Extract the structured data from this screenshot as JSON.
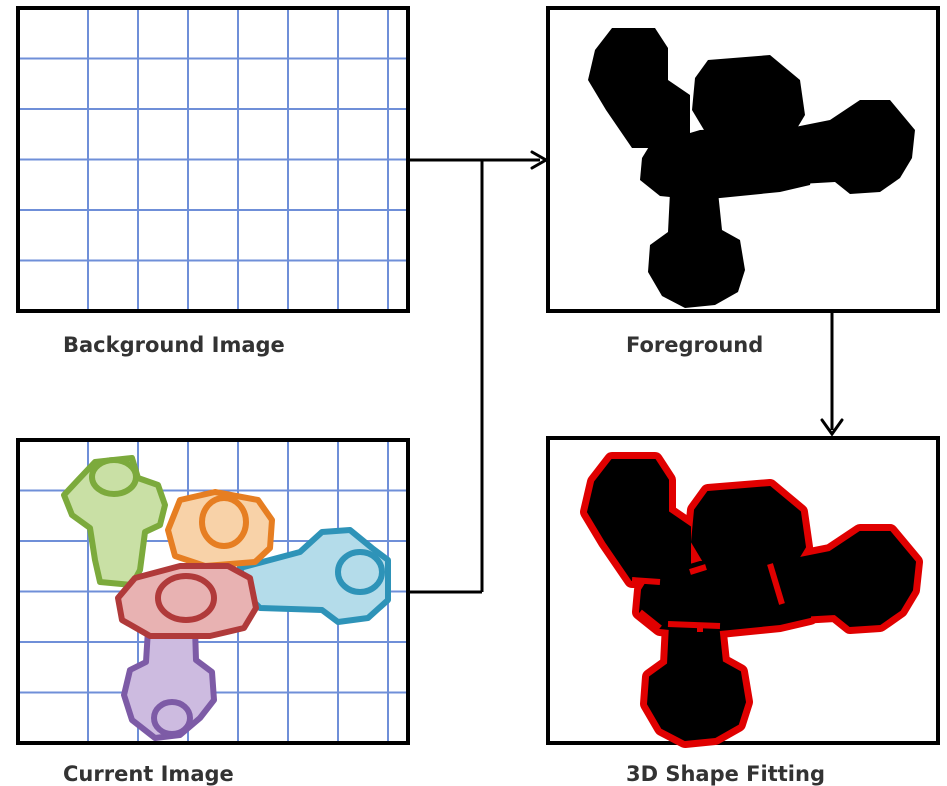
{
  "diagram": {
    "panels": [
      {
        "id": "background",
        "label": "Background Image"
      },
      {
        "id": "foreground",
        "label": "Foreground"
      },
      {
        "id": "current",
        "label": "Current Image"
      },
      {
        "id": "fitting",
        "label": "3D Shape Fitting"
      }
    ],
    "colors": {
      "grid": "#6f8fd8",
      "frame": "#000000",
      "fit_outline": "#e00000",
      "green_obj_stroke": "#7caa3c",
      "green_obj_fill": "#c9e0a5",
      "orange_obj_stroke": "#e67e22",
      "orange_obj_fill": "#f8d2a8",
      "red_obj_stroke": "#b03a3a",
      "red_obj_fill": "#e8b2b2",
      "cyan_obj_stroke": "#2e93b8",
      "cyan_obj_fill": "#b4dcea",
      "purple_obj_stroke": "#7d5ba6",
      "purple_obj_fill": "#cdbbe0"
    }
  }
}
